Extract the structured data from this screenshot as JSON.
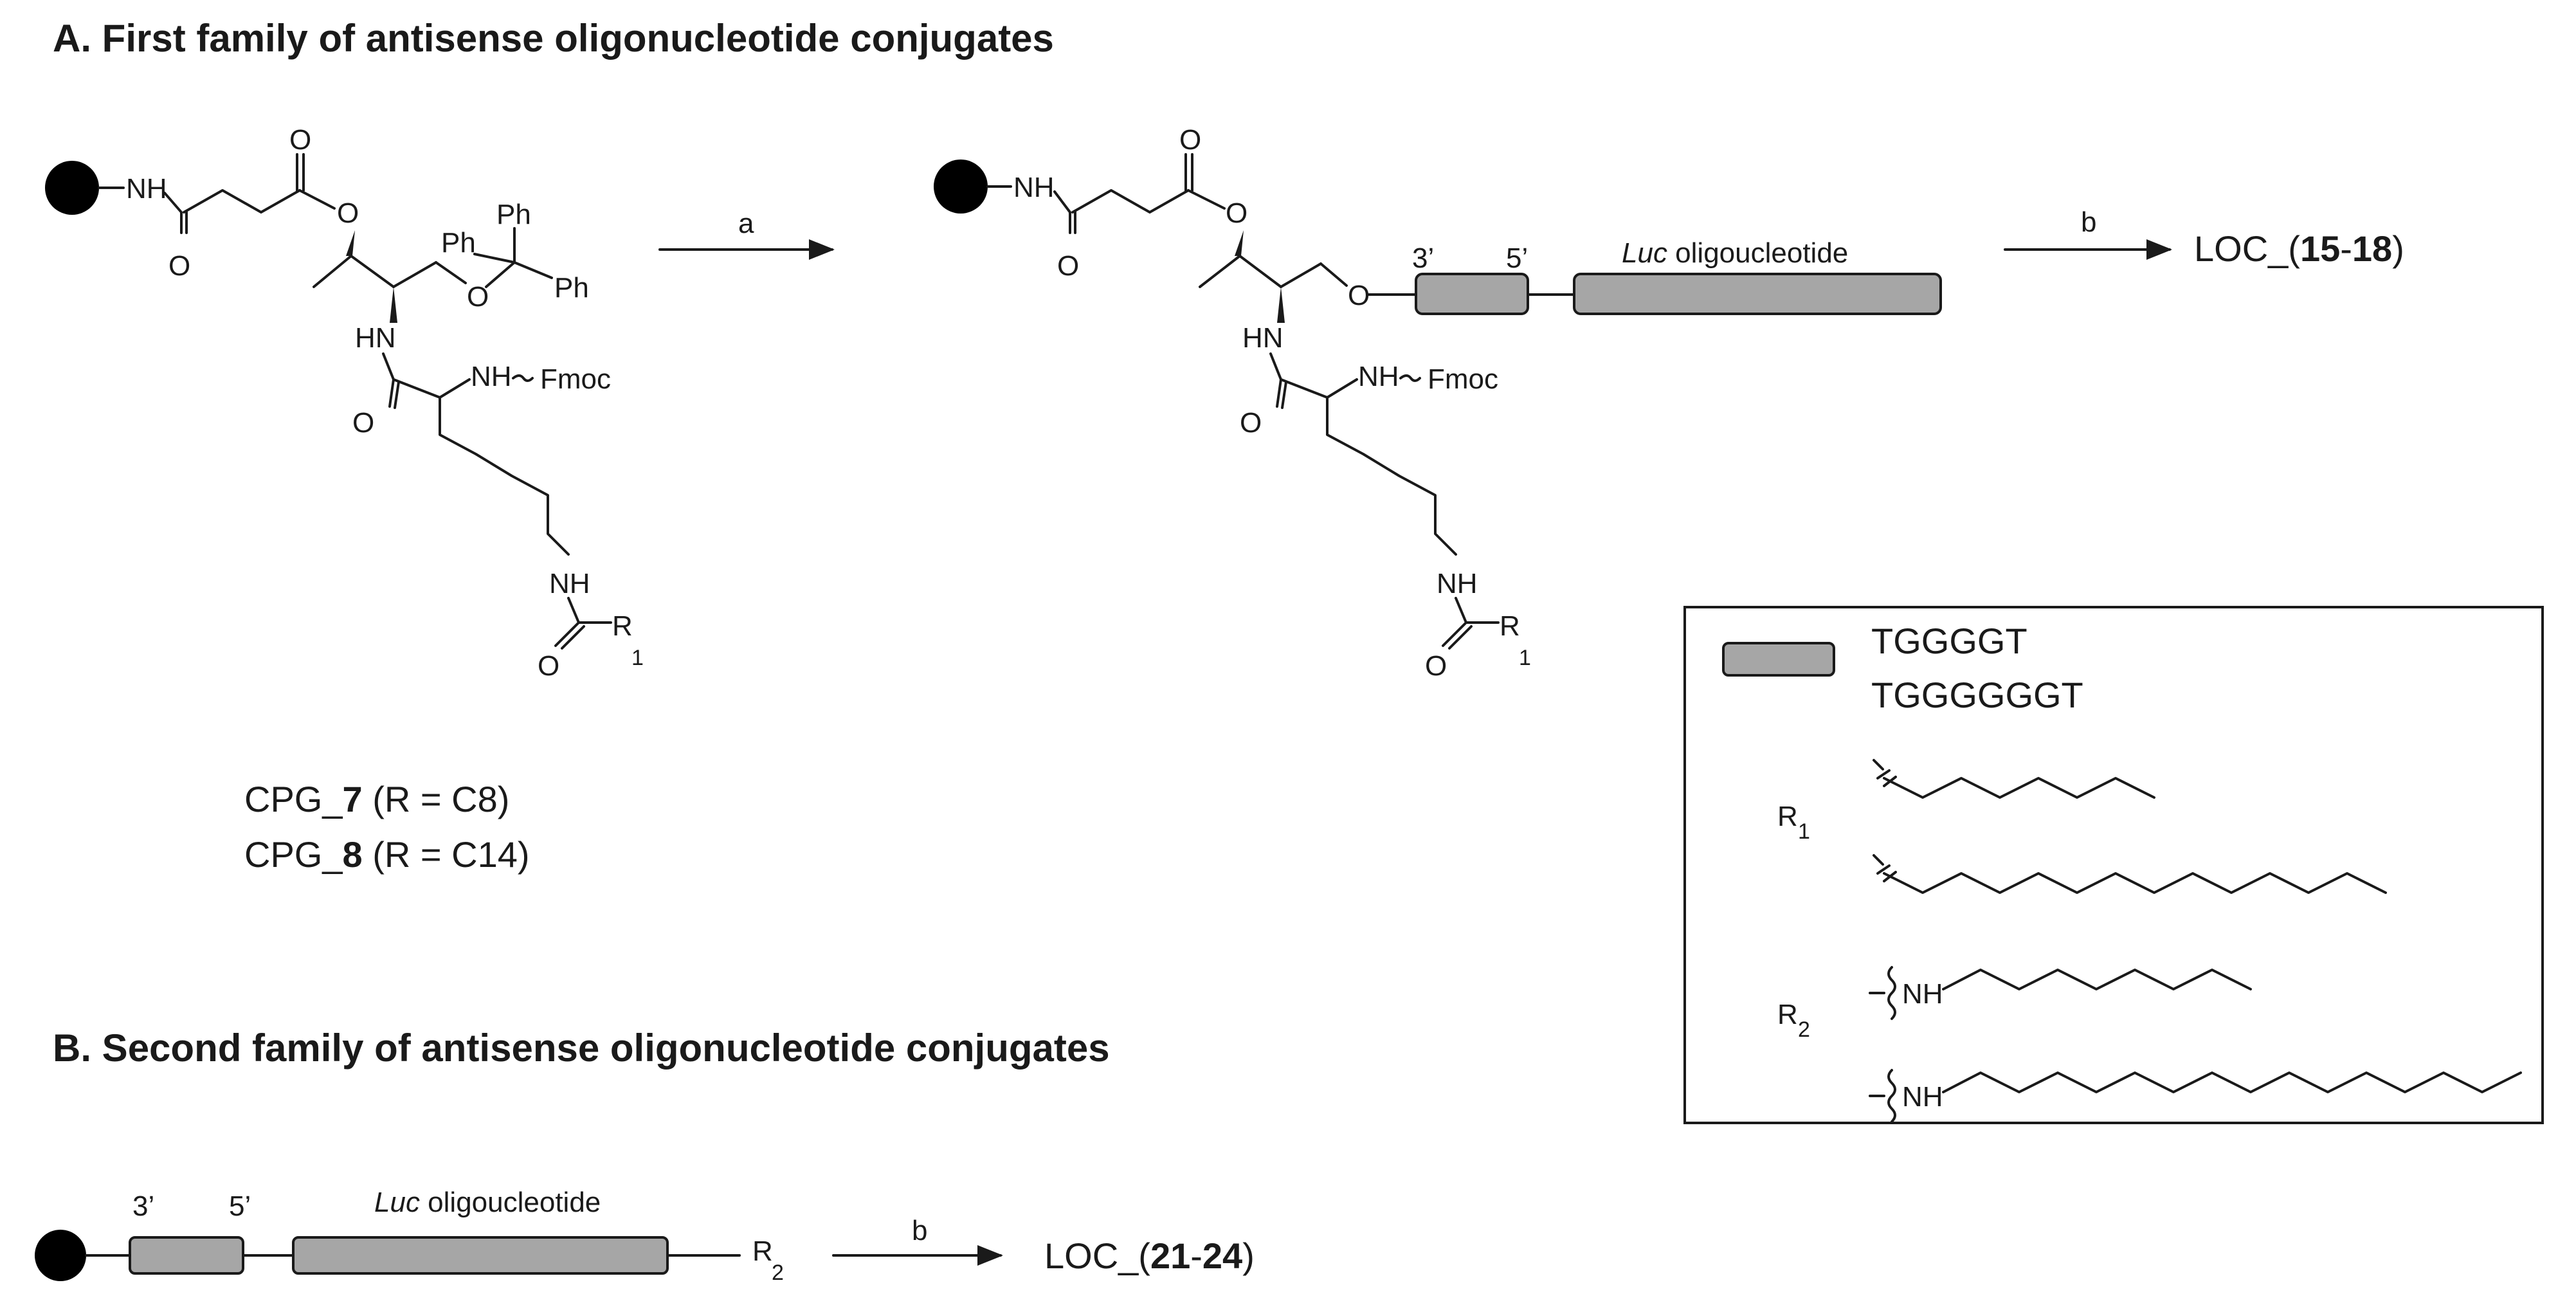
{
  "section_a": {
    "title": "A. First family of antisense oligonucleotide conjugates"
  },
  "section_b": {
    "title": "B. Second family of antisense oligonucleotide conjugates"
  },
  "structure_1": {
    "nh": "NH",
    "o_top": "O",
    "o_amide": "O",
    "o_ester": "O",
    "o_ether": "O",
    "ph1": "Ph",
    "ph2": "Ph",
    "ph3": "Ph",
    "hn": "HN",
    "nh_fmoc": "NH",
    "fmoc": "Fmoc",
    "o_lys": "O",
    "nh_side": "NH",
    "o_side": "O",
    "r": "R",
    "r_sub": "1"
  },
  "compounds": {
    "c7": {
      "prefix": "CPG_",
      "number": "7",
      "suffix": " (R = C8)"
    },
    "c8": {
      "prefix": "CPG_",
      "number": "8",
      "suffix": " (R = C14)"
    }
  },
  "arrow_a": {
    "label": "a"
  },
  "structure_2": {
    "nh": "NH",
    "o_top": "O",
    "o_amide": "O",
    "o_ester": "O",
    "o_ether": "O",
    "hn": "HN",
    "nh_fmoc": "NH",
    "fmoc": "Fmoc",
    "o_lys": "O",
    "nh_side": "NH",
    "o_side": "O",
    "r": "R",
    "r_sub": "1",
    "three_prime": "3’",
    "five_prime": "5’",
    "oligo_italic": "Luc",
    "oligo_rest": " oligoucleotide"
  },
  "arrow_b1": {
    "label": "b"
  },
  "product_1": {
    "prefix": "LOC_(",
    "n1": "15",
    "dash": "-",
    "n2": "18",
    "suffix": ")"
  },
  "legend": {
    "seq1": "TGGGGT",
    "seq2": "TGGGGGGT",
    "r1": "R",
    "r1_sub": "1",
    "r2": "R",
    "r2_sub": "2",
    "nh_c8": "NH",
    "nh_c14": "NH"
  },
  "structure_3": {
    "three_prime": "3’",
    "five_prime": "5’",
    "oligo_italic": "Luc",
    "oligo_rest": " oligoucleotide",
    "r": "R",
    "r_sub": "2"
  },
  "arrow_b2": {
    "label": "b"
  },
  "product_2": {
    "prefix": "LOC_(",
    "n1": "21",
    "dash": "-",
    "n2": "24",
    "suffix": ")"
  },
  "colors": {
    "ink": "#1a1a1a",
    "oligo_fill": "#a6a6a6",
    "bead": "#000000"
  }
}
